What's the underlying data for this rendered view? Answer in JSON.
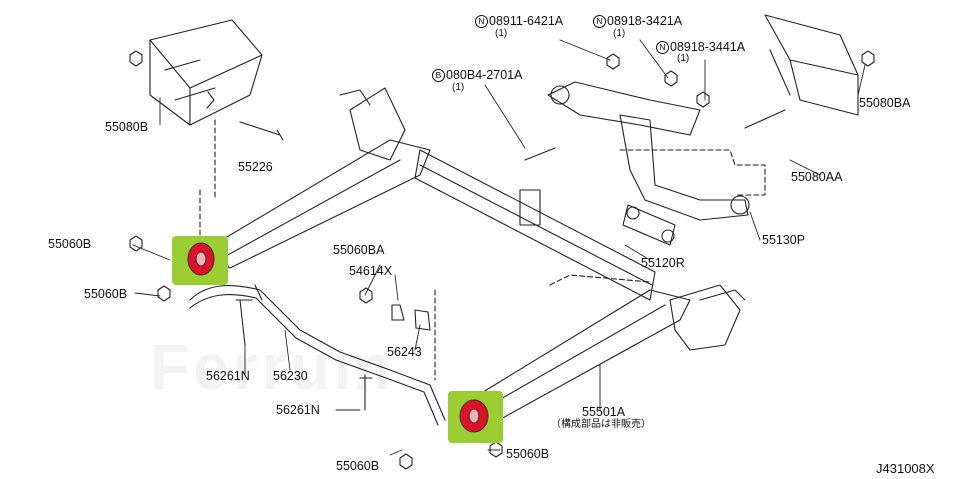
{
  "parts": {
    "p55080B": "55080B",
    "p55226": "55226",
    "p55060B_left": "55060B",
    "p55060B_left2": "55060B",
    "p56261N_a": "56261N",
    "p56230": "56230",
    "p56261N_b": "56261N",
    "p55060B_bottom": "55060B",
    "p55060BA": "55060BA",
    "p54614X": "54614X",
    "p56243": "56243",
    "p55060B_right": "55060B",
    "p55501A": "55501A",
    "p55501A_note": "（構成部品は非販売）",
    "p55120R": "55120R",
    "p55130P": "55130P",
    "p55080AA": "55080AA",
    "p55080BA": "55080BA",
    "p08911": "08911-6421A",
    "p08911_qty": "(1)",
    "p08918a": "08918-3421A",
    "p08918a_qty": "(1)",
    "p08918b": "08918-3441A",
    "p08918b_qty": "(1)",
    "p080B4": "080B4-2701A",
    "p080B4_qty": "(1)"
  },
  "badges": {
    "n": "N",
    "b": "B"
  },
  "diagram_code": "J431008X",
  "watermark": "Ferrum",
  "colors": {
    "highlight": "#9acd32",
    "bushing": "#e0102a",
    "line": "#222222"
  }
}
